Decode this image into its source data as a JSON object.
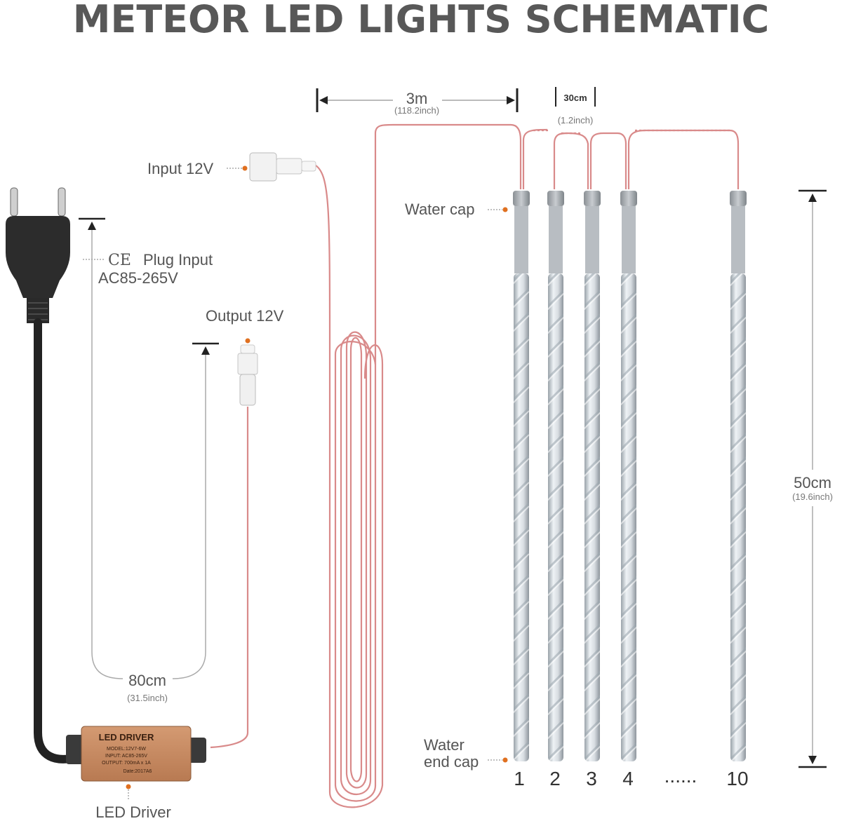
{
  "title": "METEOR LED LIGHTS SCHEMATIC",
  "labels": {
    "input": "Input 12V",
    "output": "Output 12V",
    "plug_mark": "CE",
    "plug": "Plug Input",
    "plug_voltage": "AC85-265V",
    "water_cap": "Water cap",
    "water_end_1": "Water",
    "water_end_2": "end cap",
    "led_driver": "LED Driver"
  },
  "dimensions": {
    "cable_length": "3m",
    "cable_length_inch": "(118.2inch)",
    "spacing": "30cm",
    "spacing_inch": "(1.2inch)",
    "tube_length": "50cm",
    "tube_length_inch": "(19.6inch)",
    "lead_length": "80cm",
    "lead_length_inch": "(31.5inch)"
  },
  "driver_box": {
    "label": "LED DRIVER",
    "line1": "MODEL:12V7-6W",
    "line2": "INPUT: AC85-265V",
    "line3": "OUTPUT: 700mA x 1A",
    "line4": "Date:2017A6"
  },
  "tubes": [
    "1",
    "2",
    "3",
    "4",
    "10"
  ],
  "ellipsis": "......",
  "colors": {
    "wire": "#d98a8a",
    "dot": "#e07020",
    "text": "#555555",
    "title": "#585858"
  }
}
